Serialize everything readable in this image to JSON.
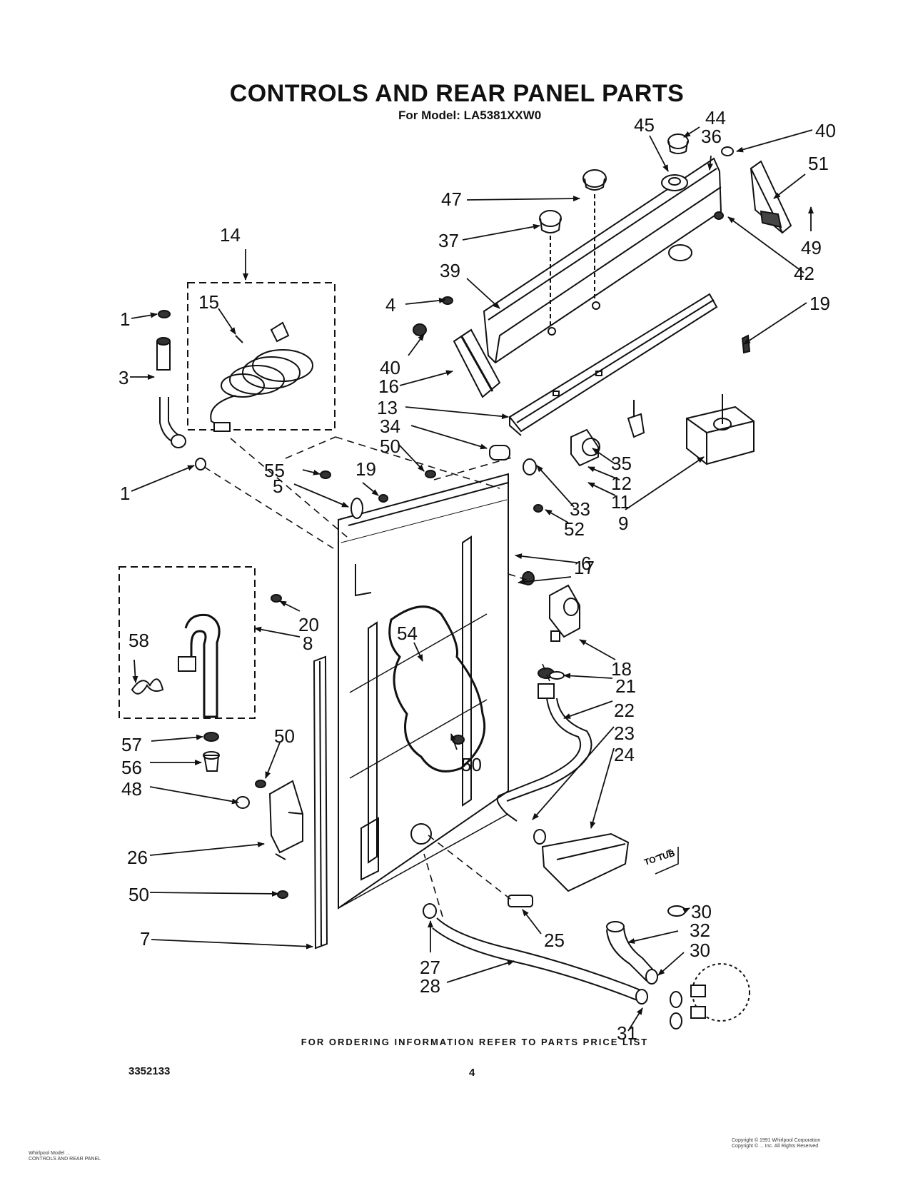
{
  "title": "CONTROLS AND REAR PANEL PARTS",
  "subtitle": "For Model: LA5381XXW0",
  "footer_note": "FOR ORDERING INFORMATION REFER TO PARTS PRICE LIST",
  "document_number": "3352133",
  "page_number": "4",
  "corner_text_left": [
    "Whirlpool Model ...",
    "CONTROLS AND REAR PANEL"
  ],
  "corner_text_right": [
    "Copyright © 1991 Whirlpool Corporation",
    "Copyright © ... Inc. All Rights Reserved"
  ],
  "tub_label": "TO TUB",
  "callouts": {
    "c44": "44",
    "c45": "45",
    "c36": "36",
    "c40a": "40",
    "c51": "51",
    "c47": "47",
    "c37": "37",
    "c49": "49",
    "c42": "42",
    "c39": "39",
    "c14": "14",
    "c15": "15",
    "c4": "4",
    "c19a": "19",
    "c1a": "1",
    "c3": "3",
    "c40b": "40",
    "c16": "16",
    "c13": "13",
    "c34": "34",
    "c50a": "50",
    "c55": "55",
    "c5": "5",
    "c19b": "19",
    "c35": "35",
    "c12": "12",
    "c11": "11",
    "c33": "33",
    "c52": "52",
    "c9": "9",
    "c1b": "1",
    "c6": "6",
    "c17": "17",
    "c20": "20",
    "c58": "58",
    "c8": "8",
    "c54": "54",
    "c18": "18",
    "c21": "21",
    "c22": "22",
    "c23": "23",
    "c24": "24",
    "c57": "57",
    "c50b": "50",
    "c56": "56",
    "c50c": "50",
    "c48": "48",
    "c26": "26",
    "c50d": "50",
    "c30a": "30",
    "c32": "32",
    "c30b": "30",
    "c7": "7",
    "c25": "25",
    "c27": "27",
    "c28": "28",
    "c31": "31"
  }
}
